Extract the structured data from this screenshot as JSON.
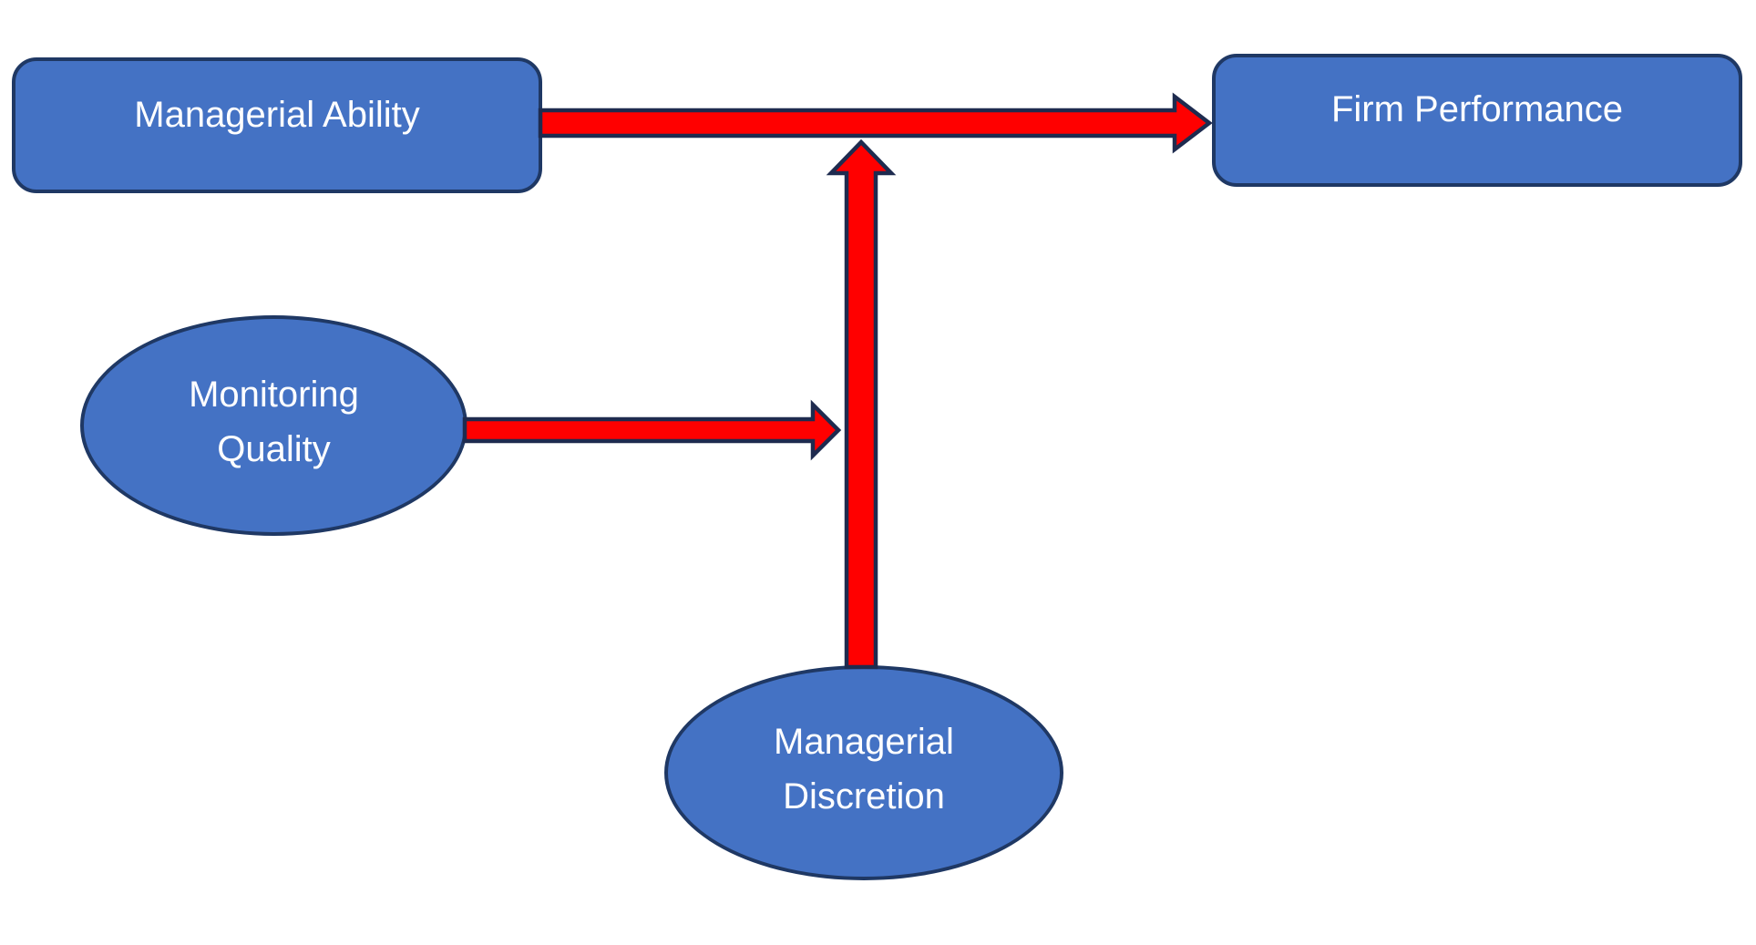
{
  "canvas": {
    "background": "#FFFFFF"
  },
  "colors": {
    "shape_fill": "#4472C4",
    "shape_border": "#1F3864",
    "arrow_fill": "#FF0000",
    "arrow_border": "#1E2B4F",
    "label_text": "#FFFFFF"
  },
  "nodes": {
    "managerial_ability": {
      "label": "Managerial Ability",
      "shape": "rounded-rectangle"
    },
    "firm_performance": {
      "label": "Firm Performance",
      "shape": "rounded-rectangle"
    },
    "monitoring_quality": {
      "line1": "Monitoring",
      "line2": "Quality",
      "shape": "ellipse"
    },
    "managerial_discretion": {
      "line1": "Managerial",
      "line2": "Discretion",
      "shape": "ellipse"
    }
  },
  "relationships": [
    {
      "from": "Managerial Ability",
      "to": "Firm Performance",
      "style": "red-arrow"
    },
    {
      "from": "Monitoring Quality",
      "to": "Managerial Ability - Firm Performance link",
      "style": "red-arrow"
    },
    {
      "from": "Managerial Discretion",
      "to": "Managerial Ability - Firm Performance link",
      "style": "red-arrow"
    }
  ]
}
